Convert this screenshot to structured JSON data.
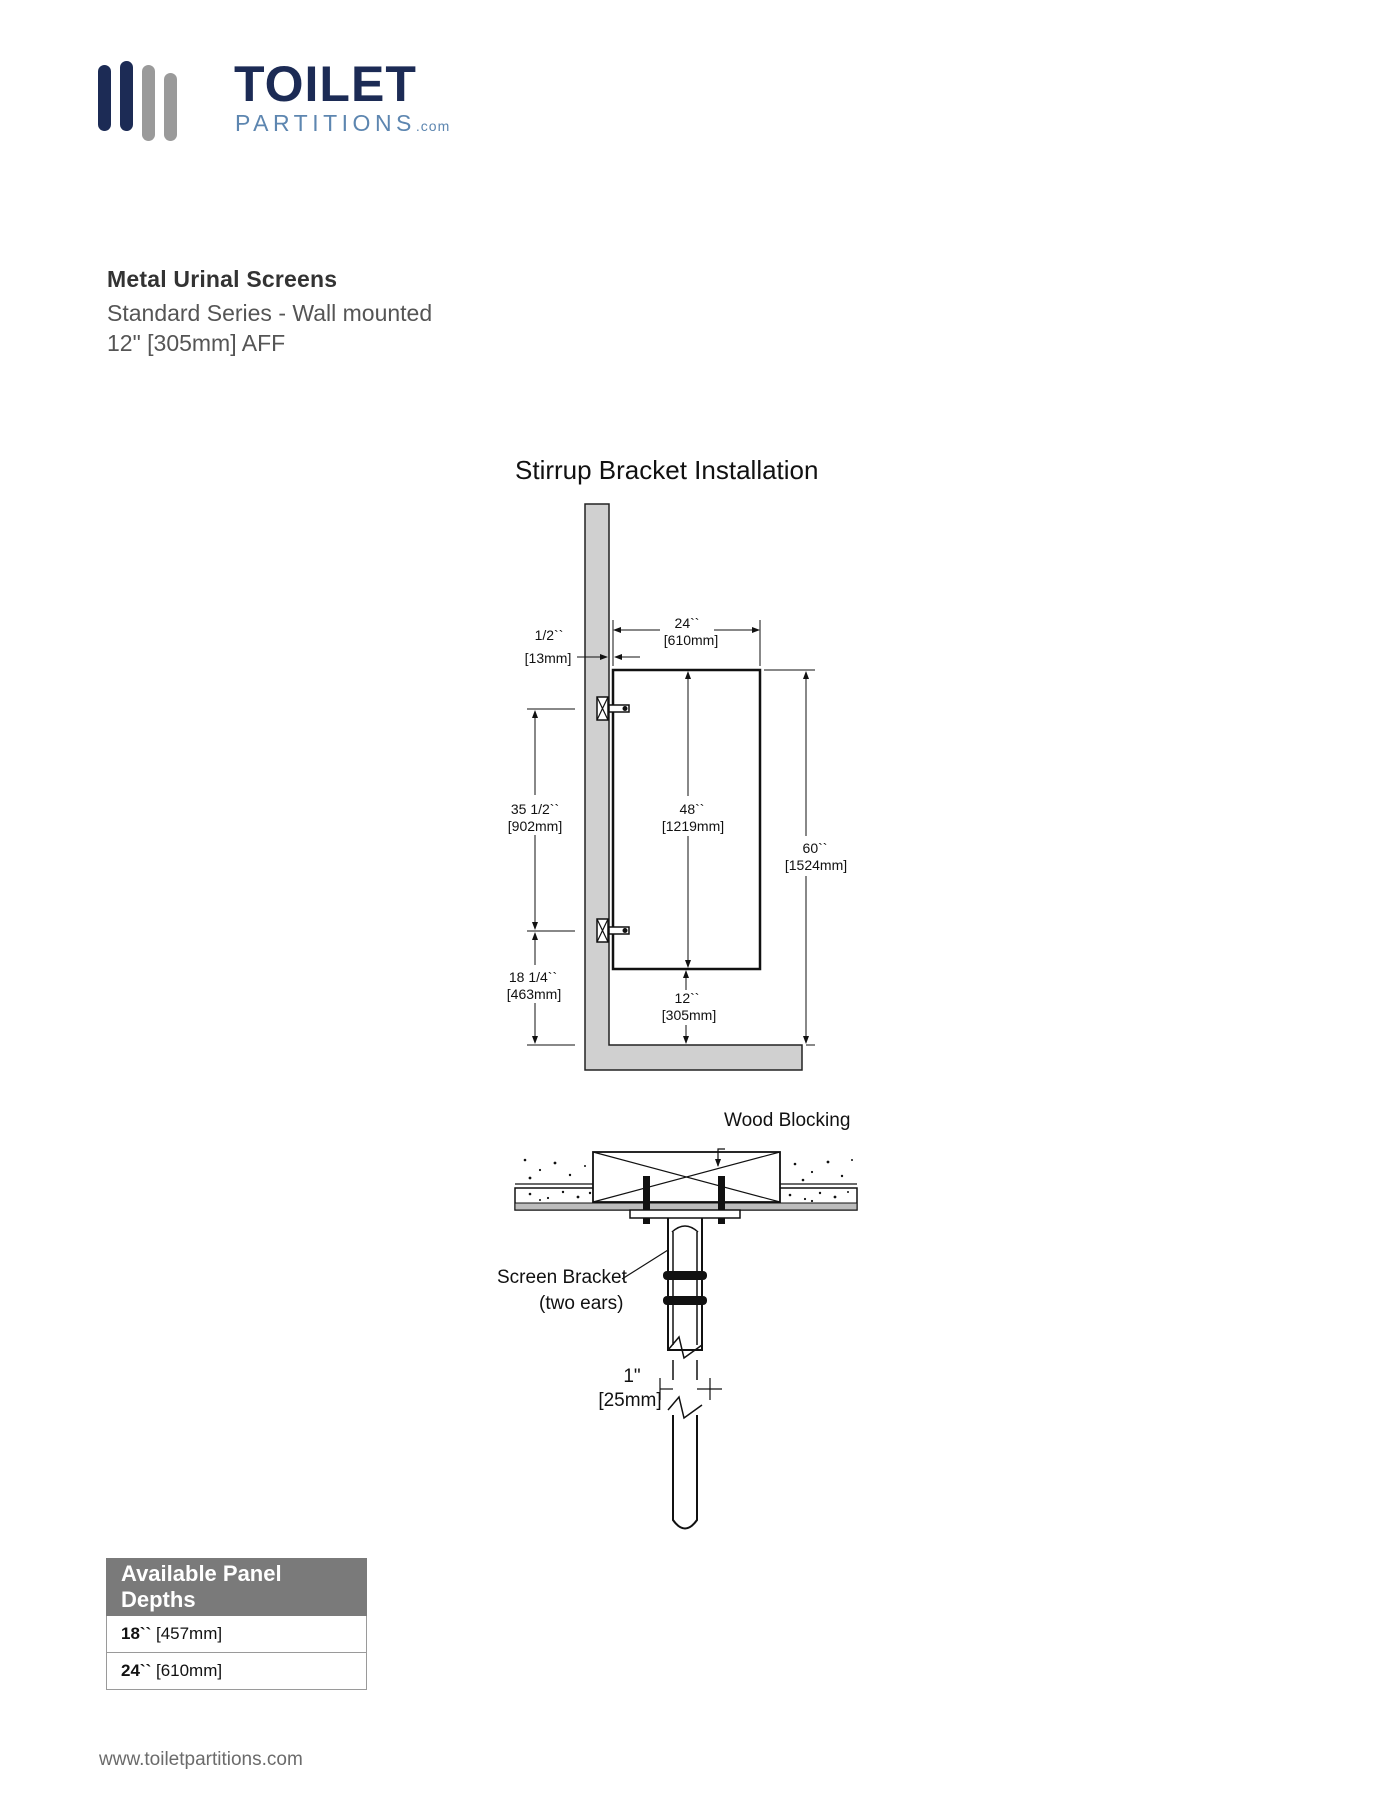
{
  "logo": {
    "title": "TOILET",
    "subtitle": "PARTITIONS",
    "suffix": ".com",
    "colors": {
      "navy": "#1c2b55",
      "gray": "#9a9a9a",
      "blue": "#5d86b0"
    }
  },
  "heading": {
    "title": "Metal Urinal Screens",
    "line1": "Standard Series - Wall mounted",
    "line2": "12\" [305mm] AFF"
  },
  "diagram": {
    "title": "Stirrup Bracket Installation",
    "dims": {
      "panel_width_in": "24``",
      "panel_width_mm": "[610mm]",
      "gap_in": "1/2``",
      "gap_mm": "[13mm]",
      "bracket_spacing_in": "35 1/2``",
      "bracket_spacing_mm": "[902mm]",
      "panel_height_in": "48``",
      "panel_height_mm": "[1219mm]",
      "total_height_in": "60``",
      "total_height_mm": "[1524mm]",
      "lower_bracket_in": "18 1/4``",
      "lower_bracket_mm": "[463mm]",
      "floor_clear_in": "12``",
      "floor_clear_mm": "[305mm]"
    },
    "detail": {
      "wood_blocking": "Wood Blocking",
      "screen_bracket": "Screen Bracket",
      "two_ears": "(two ears)",
      "thickness_in": "1\"",
      "thickness_mm": "[25mm]"
    }
  },
  "depths_table": {
    "header": "Available Panel Depths",
    "rows": [
      {
        "in": "18``",
        "mm": "[457mm]"
      },
      {
        "in": "24``",
        "mm": "[610mm]"
      }
    ]
  },
  "footer": {
    "url": "www.toiletpartitions.com"
  }
}
